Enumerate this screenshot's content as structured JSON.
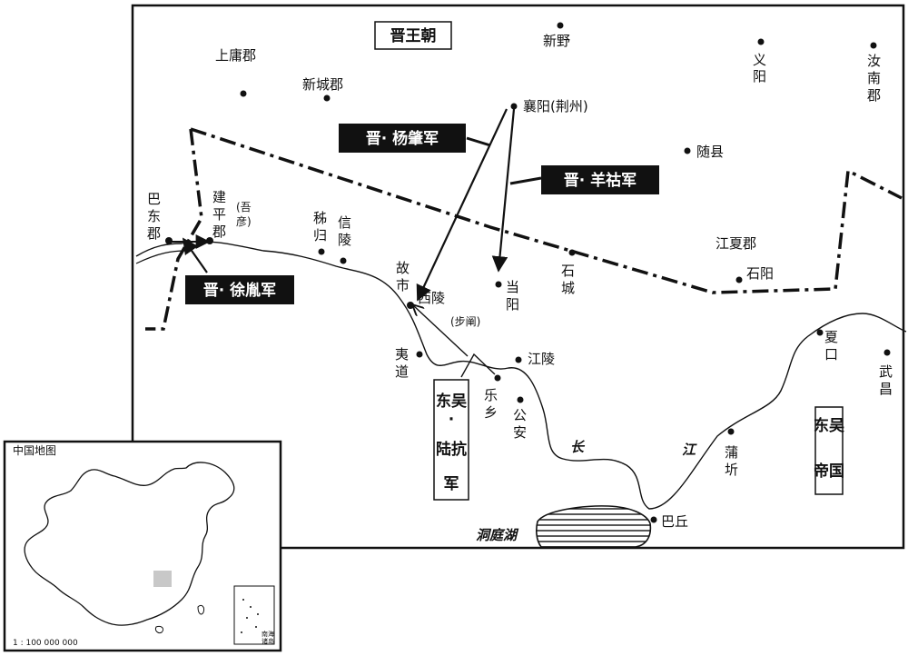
{
  "map": {
    "dynasty_label": "晋王朝",
    "enemy_state_label": [
      "东吴",
      "帝国"
    ],
    "places": {
      "shangyong": "上庸郡",
      "xincheng": "新城郡",
      "xinye": "新野",
      "yiyang": [
        "义",
        "阳"
      ],
      "runan": [
        "汝",
        "南",
        "郡"
      ],
      "xiangyang": "襄阳(荆州)",
      "suixian": "随县",
      "badong": [
        "巴",
        "东",
        "郡"
      ],
      "jianping": [
        "建",
        "平",
        "郡"
      ],
      "wuyan": [
        "(吾",
        "彦)"
      ],
      "zigui": [
        "秭",
        "归"
      ],
      "xinling": [
        "信",
        "陵"
      ],
      "gushi": [
        "故",
        "市"
      ],
      "xiling": "西陵",
      "buchan": "(步阐)",
      "dangyang": [
        "当",
        "阳"
      ],
      "shicheng": [
        "石",
        "城"
      ],
      "jiangxia": "江夏郡",
      "shiyang": "石阳",
      "yidao": [
        "夷",
        "道"
      ],
      "jiangling": "江陵",
      "lexiang": [
        "乐",
        "乡"
      ],
      "gongan": [
        "公",
        "安"
      ],
      "xiakou": [
        "夏",
        "口"
      ],
      "wuchang": [
        "武",
        "昌"
      ],
      "puqi": [
        "蒲",
        "圻"
      ],
      "baqiu": "巴丘",
      "dongting": "洞庭湖",
      "river_chang": "长",
      "river_jiang": "江"
    },
    "armies": {
      "yang_zhao": "晋· 杨肇军",
      "yang_hu": "晋· 羊祜军",
      "xu_yin": "晋· 徐胤军",
      "lu_kang": [
        "东吴",
        "·",
        "陆抗",
        "军"
      ]
    }
  },
  "inset": {
    "title": "中国地图",
    "scale": "1 : 100 000 000",
    "box_label": [
      "南海",
      "诸岛"
    ]
  }
}
